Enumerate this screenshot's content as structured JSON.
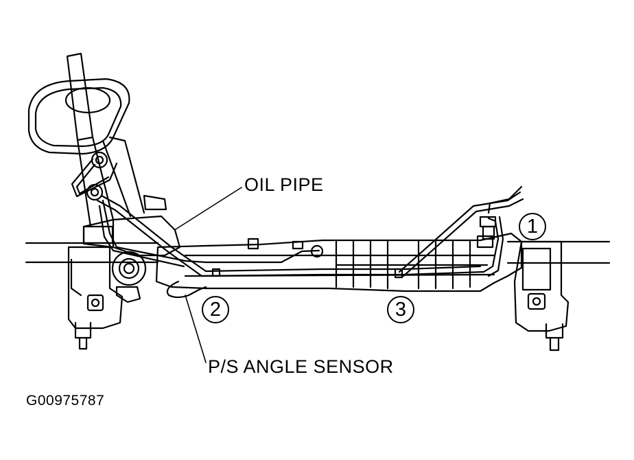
{
  "labels": {
    "oil_pipe": "OIL PIPE",
    "angle_sensor": "P/S ANGLE SENSOR",
    "figure_id": "G00975787"
  },
  "callouts": [
    "1",
    "2",
    "3"
  ],
  "colors": {
    "line": "#000000",
    "background": "#ffffff"
  }
}
